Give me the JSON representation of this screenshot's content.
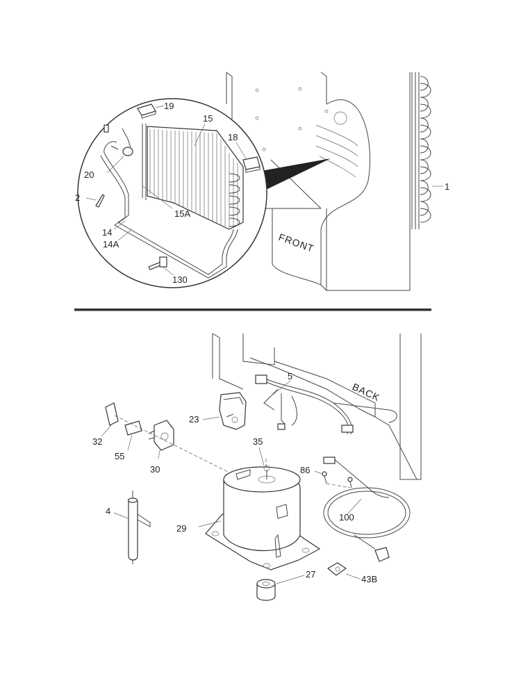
{
  "labels": {
    "l1": "1",
    "l2": "2",
    "l4": "4",
    "l5": "5",
    "l14": "14",
    "l14A": "14A",
    "l15": "15",
    "l15A": "15A",
    "l18": "18",
    "l19": "19",
    "l20": "20",
    "l23": "23",
    "l27": "27",
    "l29": "29",
    "l30": "30",
    "l32": "32",
    "l35": "35",
    "l43B": "43B",
    "l55": "55",
    "l86": "86",
    "l100": "100",
    "l130": "130"
  },
  "words": {
    "front": "FRONT",
    "back": "BACK"
  }
}
